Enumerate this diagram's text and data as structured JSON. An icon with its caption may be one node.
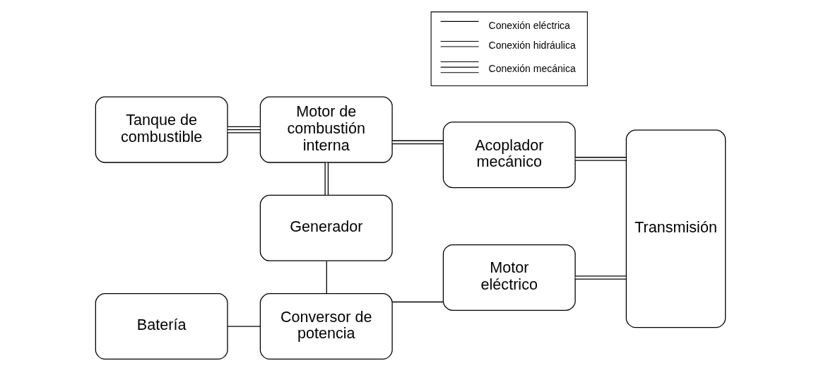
{
  "diagram": {
    "nodes": [
      {
        "text": [
          "Tanque de combustible"
        ]
      },
      {
        "text": [
          "Motor de combustión interna"
        ]
      },
      {
        "text": [
          "Acoplador mecánico"
        ]
      },
      {
        "text": [
          "Generador"
        ]
      },
      {
        "text": [
          "Transmisión"
        ]
      },
      {
        "text": [
          "Batería"
        ]
      },
      {
        "text": [
          "Conversor de potencia"
        ]
      },
      {
        "text": [
          "Motor eléctrico"
        ]
      }
    ],
    "edges": [
      {
        "from": 0,
        "to": 1,
        "arrow": "none"
      },
      {
        "from": 1,
        "to": 2,
        "arrow": "none"
      },
      {
        "from": 1,
        "to": 3,
        "arrow": "none"
      },
      {
        "from": 2,
        "to": 4,
        "arrow": "none"
      },
      {
        "from": 3,
        "to": 6,
        "arrow": "none"
      },
      {
        "from": 5,
        "to": 6,
        "arrow": "none"
      },
      {
        "from": 6,
        "to": 7,
        "arrow": "none"
      },
      {
        "from": 7,
        "to": 4,
        "arrow": "none"
      }
    ],
    "legend": [
      {
        "text": "Conexión eléctrica"
      },
      {
        "text": "Conexión hidráulica"
      },
      {
        "text": "Conexión mecánica"
      }
    ]
  }
}
